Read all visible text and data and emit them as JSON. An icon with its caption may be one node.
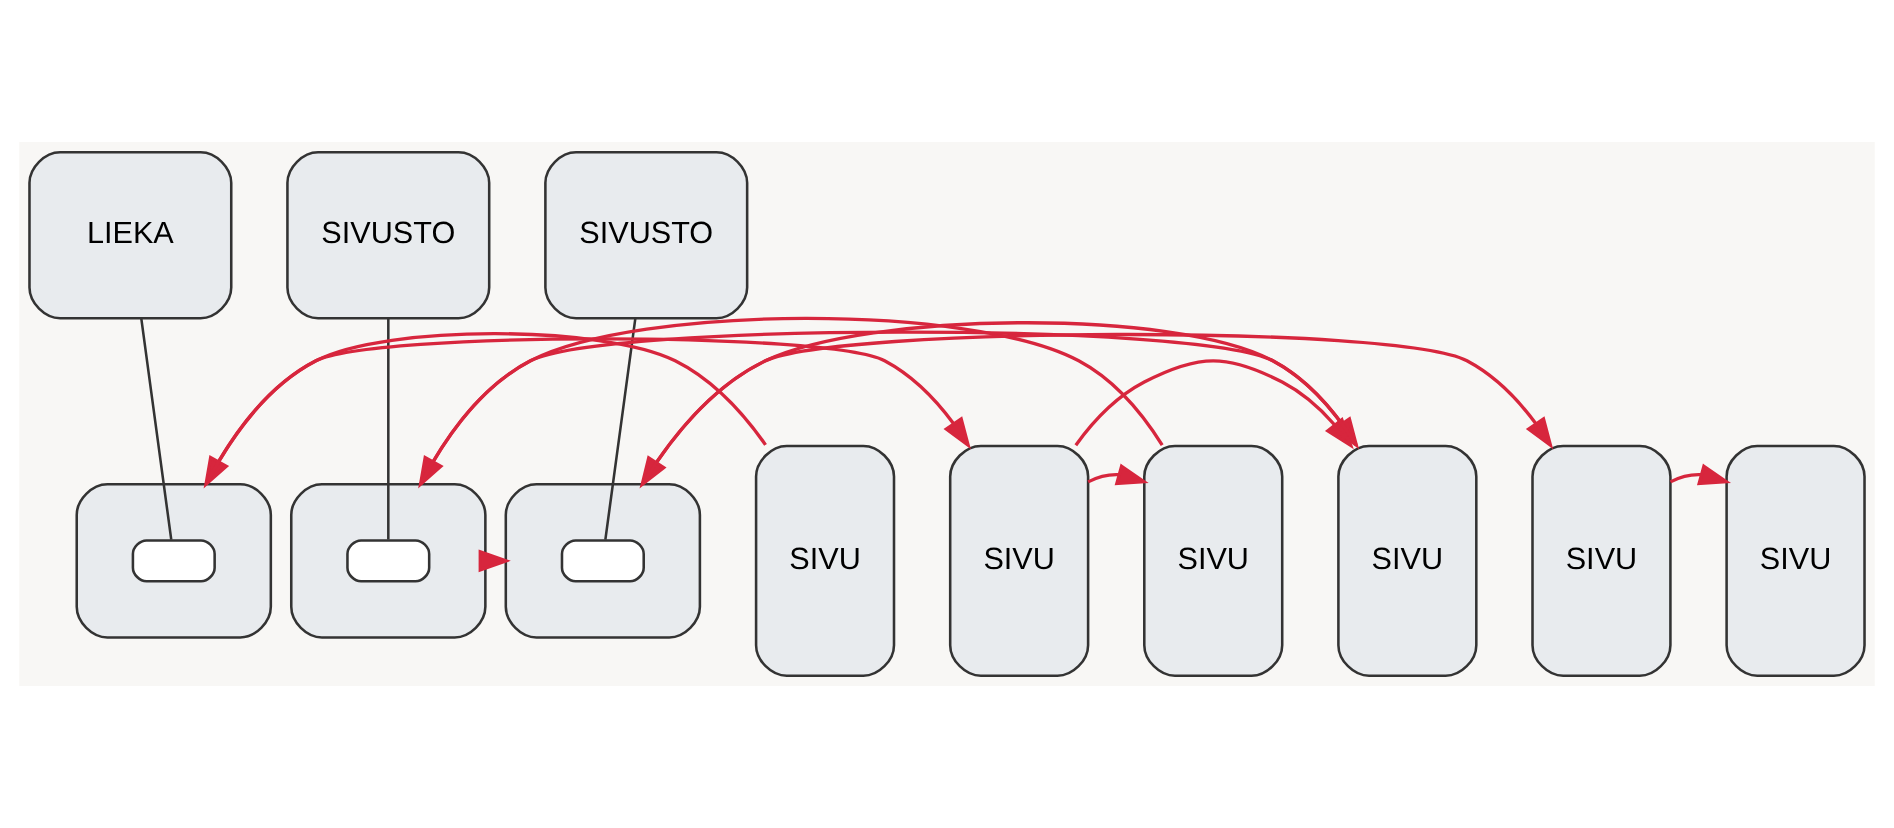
{
  "diagram": {
    "nodes": [
      {
        "text": [
          "LIEKA"
        ]
      },
      {
        "text": [
          "SIVUSTO"
        ]
      },
      {
        "text": [
          "SIVUSTO"
        ]
      },
      {
        "text": [
          "SIVU"
        ]
      },
      {
        "text": [],
        "shape": "box"
      },
      {
        "text": [],
        "shape": "box",
        "in": 4
      },
      {
        "text": [
          "SIVU"
        ]
      },
      {
        "text": [
          "SIVU"
        ]
      },
      {
        "text": [],
        "shape": "box"
      },
      {
        "text": [],
        "shape": "box",
        "in": 8
      },
      {
        "text": [
          "SIVU"
        ]
      },
      {
        "text": [],
        "shape": "box"
      },
      {
        "text": [],
        "shape": "box",
        "in": 11
      },
      {
        "text": [
          "SIVU"
        ]
      },
      {
        "text": [
          "SIVU"
        ]
      }
    ],
    "edges": [
      {
        "from": 5,
        "to": 0,
        "arrow": "none",
        "color": "#333333"
      },
      {
        "from": 9,
        "to": 1,
        "arrow": "none",
        "color": "#333333"
      },
      {
        "from": 12,
        "to": 2,
        "arrow": "none",
        "color": "#333333"
      },
      {
        "from": 3,
        "to": 4,
        "arrow": "to"
      },
      {
        "from": 4,
        "to": 6,
        "arrow": "to"
      },
      {
        "from": 6,
        "to": 7,
        "arrow": "to"
      },
      {
        "from": 7,
        "to": 8,
        "arrow": "to"
      },
      {
        "from": 8,
        "to": 10,
        "arrow": "to"
      },
      {
        "from": 10,
        "to": 11,
        "arrow": "to"
      },
      {
        "from": 11,
        "to": 13,
        "arrow": "to"
      },
      {
        "from": 13,
        "to": 14,
        "arrow": "to"
      },
      {
        "from": 6,
        "to": 10,
        "arrow": "to"
      },
      {
        "from": 8,
        "to": 11,
        "arrow": "to"
      }
    ]
  }
}
